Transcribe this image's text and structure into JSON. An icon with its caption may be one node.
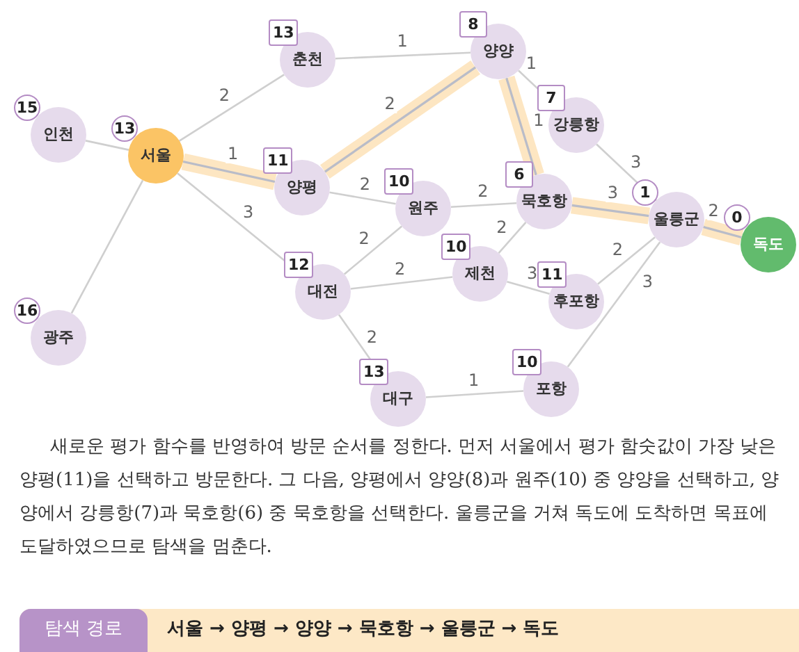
{
  "diagram": {
    "nodes": [
      {
        "text": [
          "13",
          "춘천"
        ]
      },
      {
        "text": [
          "8",
          "양양"
        ]
      },
      {
        "text": [
          "7",
          "강릉항"
        ]
      },
      {
        "text": [
          "15",
          "인천"
        ]
      },
      {
        "text": [
          "13",
          "서울"
        ]
      },
      {
        "text": [
          "11",
          "양평"
        ]
      },
      {
        "text": [
          "10",
          "원주"
        ]
      },
      {
        "text": [
          "6",
          "묵호항"
        ]
      },
      {
        "text": [
          "1",
          "울릉군"
        ]
      },
      {
        "text": [
          "0",
          "독도"
        ]
      },
      {
        "text": [
          "12",
          "대전"
        ]
      },
      {
        "text": [
          "10",
          "제천"
        ]
      },
      {
        "text": [
          "11",
          "후포항"
        ]
      },
      {
        "text": [
          "16",
          "광주"
        ]
      },
      {
        "text": [
          "13",
          "대구"
        ]
      },
      {
        "text": [
          "10",
          "포항"
        ]
      }
    ],
    "edges": [
      {
        "from": 4,
        "to": 0,
        "arrow": "none",
        "label": "2"
      },
      {
        "from": 0,
        "to": 1,
        "arrow": "none",
        "label": "1"
      },
      {
        "from": 3,
        "to": 4,
        "arrow": "none"
      },
      {
        "from": 4,
        "to": 5,
        "arrow": "none",
        "label": "1",
        "style": "thick"
      },
      {
        "from": 4,
        "to": 10,
        "arrow": "none",
        "label": "3"
      },
      {
        "from": 4,
        "to": 13,
        "arrow": "none"
      },
      {
        "from": 5,
        "to": 1,
        "arrow": "none",
        "label": "2",
        "style": "thick"
      },
      {
        "from": 5,
        "to": 6,
        "arrow": "none",
        "label": "2"
      },
      {
        "from": 1,
        "to": 2,
        "arrow": "none",
        "label": "1"
      },
      {
        "from": 1,
        "to": 7,
        "arrow": "none",
        "label": "1",
        "style": "thick"
      },
      {
        "from": 6,
        "to": 7,
        "arrow": "none",
        "label": "2"
      },
      {
        "from": 6,
        "to": 10,
        "arrow": "none",
        "label": "2"
      },
      {
        "from": 7,
        "to": 11,
        "arrow": "none",
        "label": "2"
      },
      {
        "from": 7,
        "to": 8,
        "arrow": "none",
        "label": "3",
        "style": "thick"
      },
      {
        "from": 2,
        "to": 8,
        "arrow": "none",
        "label": "3"
      },
      {
        "from": 8,
        "to": 9,
        "arrow": "none",
        "label": "2",
        "style": "thick"
      },
      {
        "from": 10,
        "to": 11,
        "arrow": "none",
        "label": "2"
      },
      {
        "from": 11,
        "to": 12,
        "arrow": "none",
        "label": "3"
      },
      {
        "from": 12,
        "to": 8,
        "arrow": "none",
        "label": "2"
      },
      {
        "from": 15,
        "to": 8,
        "arrow": "none",
        "label": "3"
      },
      {
        "from": 10,
        "to": 14,
        "arrow": "none",
        "label": "2"
      },
      {
        "from": 14,
        "to": 15,
        "arrow": "none",
        "label": "1"
      }
    ],
    "labels": [
      "새로운 평가 함수를 반영하여 방문 순서를 정한다. 먼저 서울에서 평가 함숫값이 가장 낮은 양평(11)을 선택하고 방문한다. 그 다음, 양평에서 양양(8)과 원주(10) 중 양양을 선택하고, 양양에서 강릉항(7)과 묵호항(6) 중 묵호항을 선택한다. 울릉군을 거쳐 독도에 도착하면 목표에 도달하였으므로 탐색을 멈춘다.",
      "탐색 경로",
      "서울 → 양평 → 양양 → 묵호항 → 울릉군 → 독도"
    ]
  }
}
